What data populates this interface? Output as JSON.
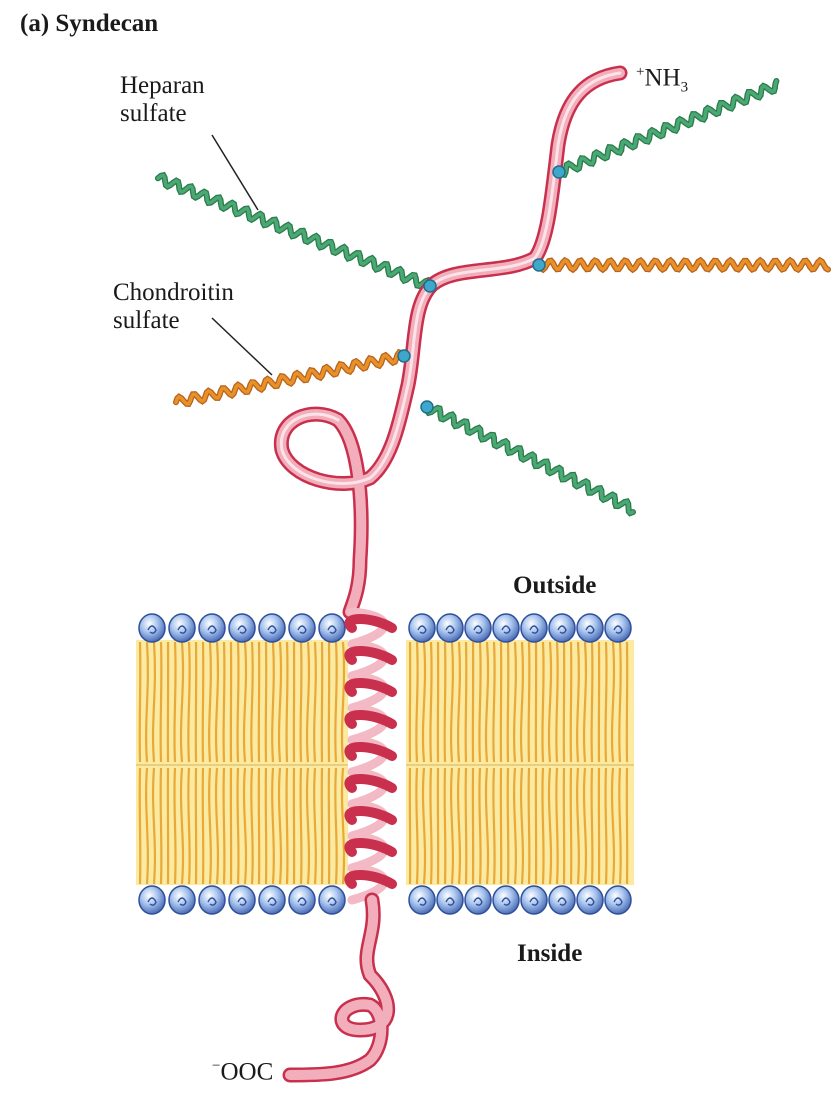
{
  "figure": {
    "title": "(a) Syndecan",
    "labels": {
      "heparan_line1": "Heparan",
      "heparan_line2": "sulfate",
      "chondroitin_line1": "Chondroitin",
      "chondroitin_line2": "sulfate",
      "outside": "Outside",
      "inside": "Inside"
    },
    "n_terminus": {
      "sup": "+",
      "main": "NH",
      "sub": "3"
    },
    "c_terminus": {
      "sup": "−",
      "main": "OOC"
    }
  },
  "colors": {
    "protein": "#e07a8e",
    "protein_dark": "#c8304e",
    "heparan_sulfate": "#4aa872",
    "chondroitin_sulfate": "#e8902a",
    "attachment_site": "#3fa7c9",
    "lipid_head": "#6b8fd0",
    "lipid_tail": "#f0c74a"
  }
}
